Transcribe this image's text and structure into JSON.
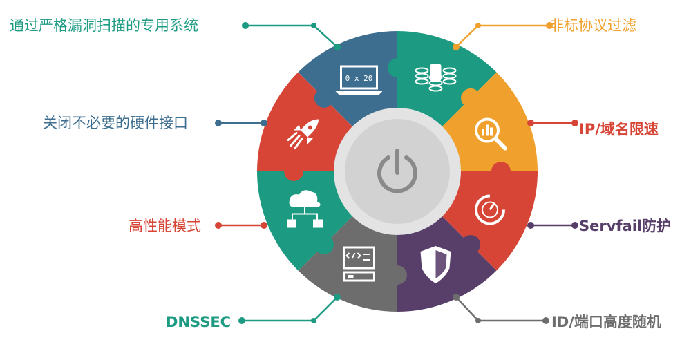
{
  "center": {
    "icon": "power-icon"
  },
  "colors": {
    "teal": "#1d9b82",
    "orange": "#f0a02c",
    "red": "#d64535",
    "blue": "#3d6e8f",
    "purple": "#573f69",
    "gray": "#6d6d6d",
    "ring": "#e3e3e3",
    "hub": "#d2d2d2",
    "power": "#8a8a8a"
  },
  "segments": [
    {
      "label": "通过严格漏洞扫描的专用系统",
      "color": "#1d9b82",
      "icon": "database-icon"
    },
    {
      "label": "非标协议过滤",
      "color": "#f0a02c",
      "icon": "magnifier-icon"
    },
    {
      "label": "IP/域名限速",
      "color": "#d64535",
      "icon": "speedometer-icon"
    },
    {
      "label": "Servfail防护",
      "color": "#573f69",
      "icon": "shield-icon"
    },
    {
      "label": "ID/端口高度随机",
      "color": "#6d6d6d",
      "icon": "code-terminal-icon"
    },
    {
      "label": "DNSSEC",
      "color": "#1d9b82",
      "icon": "cloud-network-icon"
    },
    {
      "label": "高性能模式",
      "color": "#d64535",
      "icon": "rocket-icon"
    },
    {
      "label": "关闭不必要的硬件接口",
      "color": "#3d6e8f",
      "icon": "laptop-icon",
      "screen_text": "0 x 20"
    }
  ]
}
